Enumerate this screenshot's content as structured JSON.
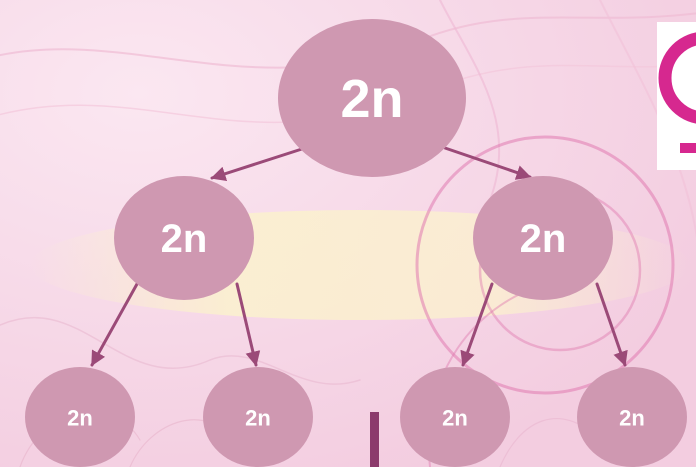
{
  "diagram": {
    "colors": {
      "background": "#f7dbe9",
      "node_fill": "#cf98b1",
      "arrow": "#9b4a78",
      "accent_ring": "#e07ab0",
      "logo": "#d6288f"
    },
    "nodes": {
      "root": {
        "label": "2n"
      },
      "left_child": {
        "label": "2n"
      },
      "right_child": {
        "label": "2n"
      },
      "leaf_1": {
        "label": "2n"
      },
      "leaf_2": {
        "label": "2n"
      },
      "leaf_3": {
        "label": "2n"
      },
      "leaf_4": {
        "label": "2n"
      }
    },
    "logo_icon": "female-symbol-icon"
  }
}
